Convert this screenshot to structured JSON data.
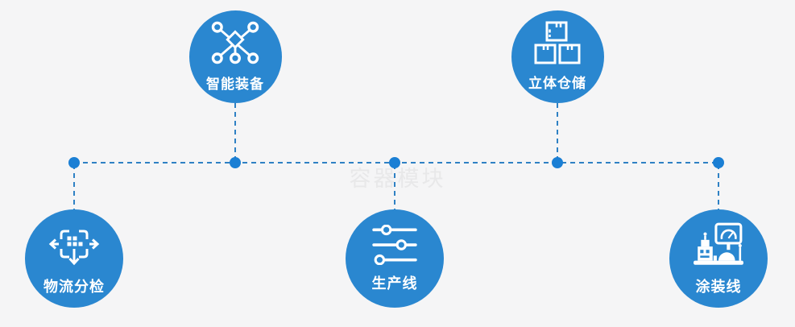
{
  "watermark": "容器模块",
  "colors": {
    "background": "#f5f5f6",
    "node_fill": "#2a87d0",
    "connector": "#2f81c4",
    "junction_dot": "#1b7fd4",
    "label_color": "#ffffff",
    "icon_color": "#ffffff",
    "watermark_color": "#e8e8e9"
  },
  "nodes": [
    {
      "id": "smart-equipment",
      "label": "智能装备",
      "icon": "network-icon",
      "row": "top"
    },
    {
      "id": "stereo-warehouse",
      "label": "立体仓储",
      "icon": "stacked-boxes-icon",
      "row": "top"
    },
    {
      "id": "logistics-sorting",
      "label": "物流分检",
      "icon": "sort-dispatch-icon",
      "row": "bottom"
    },
    {
      "id": "production-line",
      "label": "生产线",
      "icon": "sliders-icon",
      "row": "bottom"
    },
    {
      "id": "coating-line",
      "label": "涂装线",
      "icon": "workstation-icon",
      "row": "bottom"
    }
  ]
}
